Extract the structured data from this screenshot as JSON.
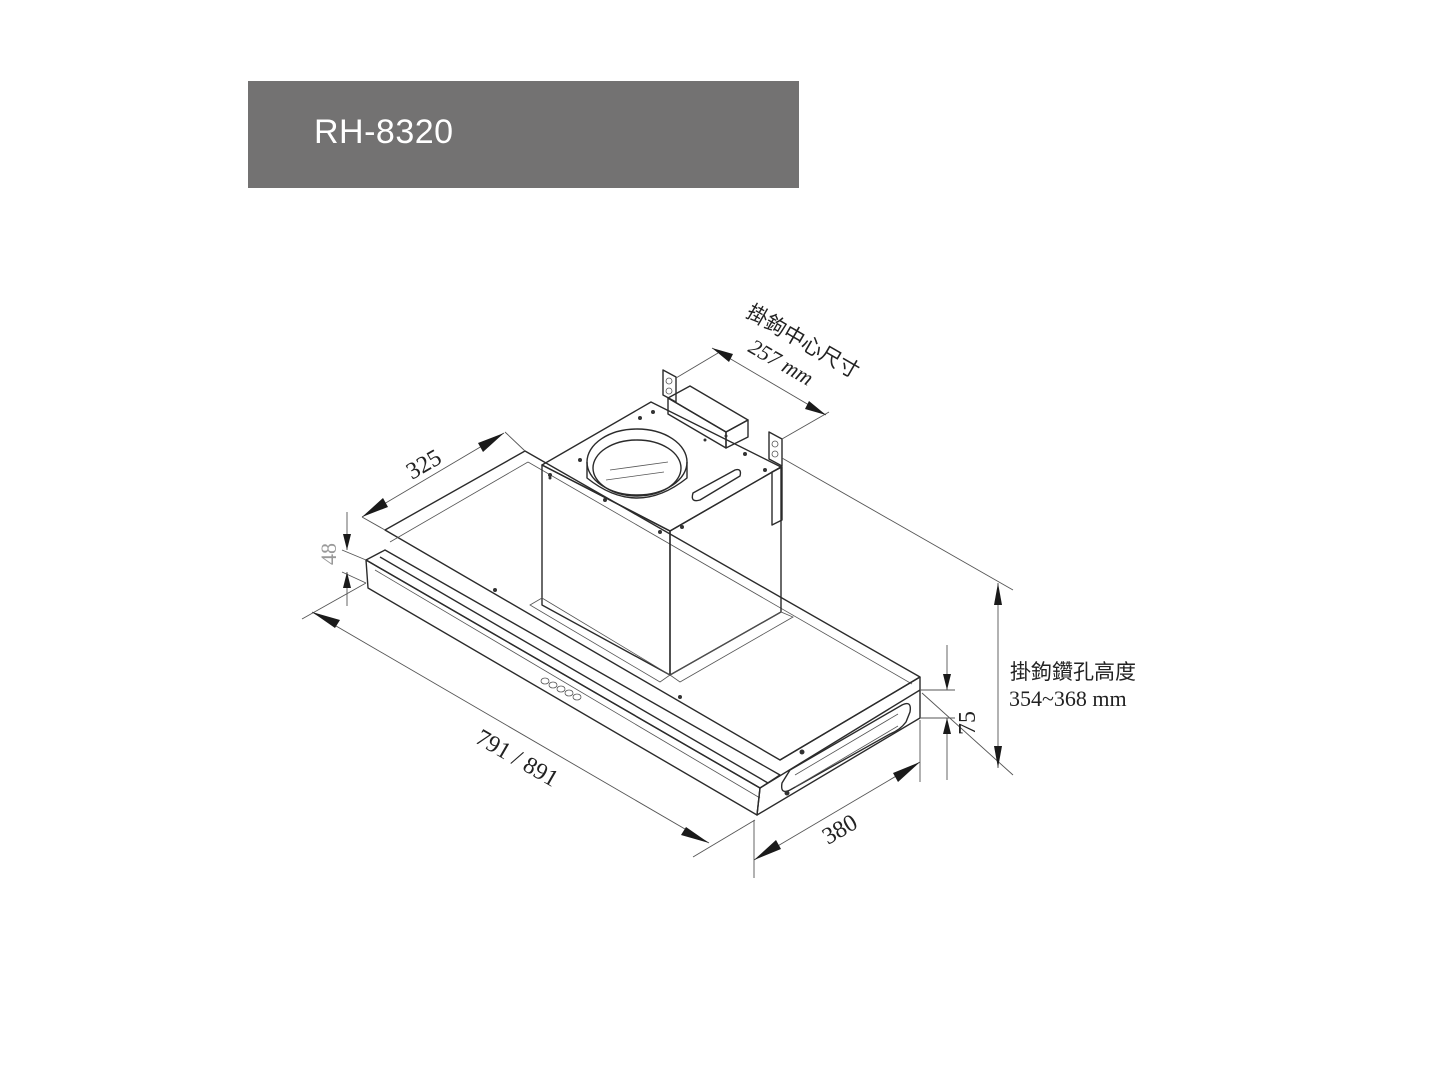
{
  "header": {
    "model": "RH-8320"
  },
  "dimensions": {
    "width": "791 / 891",
    "depth": "380",
    "top_depth": "325",
    "front_height": "48",
    "side_height": "75",
    "hook_center_label": "掛鉤中心尺寸",
    "hook_center_value": "257  mm",
    "hook_height_label": "掛鉤鑽孔高度",
    "hook_height_value": "354~368 mm"
  },
  "colors": {
    "header_bg": "#737272",
    "header_text": "#ffffff",
    "line": "#2b2b2b"
  }
}
